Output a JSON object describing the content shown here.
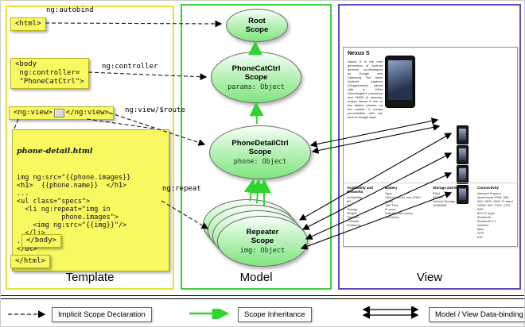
{
  "columns": {
    "template_label": "Template",
    "model_label": "Model",
    "view_label": "View"
  },
  "template": {
    "html_open": "<html>",
    "body_open_lines": [
      "<body",
      " ng:controller=",
      " \"PhoneCatCtrl\">"
    ],
    "ng_view_open": "<ng:view>",
    "ng_view_close": "</ng:view>",
    "code_title": "phone-detail.html",
    "code_lines": [
      "img ng:src=\"{{phone.images}}",
      "<h1>  {{phone.name}}  </h1>",
      "...",
      "<ul class=\"specs\">",
      "  <li ng:repeat=\"img in",
      "           phone.images\">",
      "    <img ng:src=\"{{img}}\"/>",
      "  </li>",
      "...",
      "</ul>"
    ],
    "body_close": "</body>",
    "html_close": "</html>"
  },
  "annotations": {
    "autobind": "ng:autobind",
    "controller": "ng:controller",
    "view_route": "ng:view/$route",
    "repeat": "ng:repeat"
  },
  "scopes": {
    "root": {
      "title": "Root",
      "subtitle": "Scope"
    },
    "phonecat": {
      "title": "PhoneCatCtrl",
      "subtitle": "Scope",
      "detail": "params: Object"
    },
    "phonedetail": {
      "title": "PhoneDetailCtrl",
      "subtitle": "Scope",
      "detail": "phone: Object"
    },
    "repeater": {
      "title": "Repeater",
      "subtitle": "Scope",
      "detail": "img: Object"
    }
  },
  "view_page": {
    "title": "Nexus S",
    "description": "Nexus S is the next generation of Android devices, co-developed by Google and Samsung. The latest Android platform (Gingerbread), paired with a 1GHz Hummingbird processor and 16GB of memory, makes Nexus S one of the fastest phones on the market. It comes pre-installed with the best of Google apps.",
    "specs": [
      {
        "header": "Availability and Networks",
        "items": [
          "Availability",
          "M1,",
          "O2,",
          "Orange,",
          "Singtel,",
          "StarHub,",
          "T-Mobile,",
          "Vodafone"
        ]
      },
      {
        "header": "Battery",
        "items": [
          "Type",
          "Lithium Ion (Li-Ion) (1500 mAH)",
          "Talk Time",
          "6 hours",
          "Standby time (max)",
          "428 hours"
        ]
      },
      {
        "header": "Storage and Memory",
        "items": [
          "RAM",
          "512MB",
          "Internal Storage",
          "16384MB"
        ]
      },
      {
        "header": "Connectivity",
        "items": [
          "Network Support",
          "Quad-band GSM: 850, 900, 1800, 1900 Tri-band HSPA: 900, 2100, 1700",
          "WiFi",
          "802.11 b/g/n",
          "Bluetooth",
          "Bluetooth 2.1",
          "Infrared",
          "false",
          "GPS",
          "true"
        ]
      }
    ]
  },
  "legend": {
    "implicit": "Implicit Scope Declaration",
    "inheritance": "Scope Inheritance",
    "binding": "Model / View Data-binding"
  },
  "colors": {
    "template_border": "#e8e23c",
    "model_border": "#3ecf3e",
    "view_border": "#5850c7",
    "tag_yellow": "#f8f860",
    "scope_green": "#7fe57f",
    "inheritance_green": "#2fd42f"
  }
}
